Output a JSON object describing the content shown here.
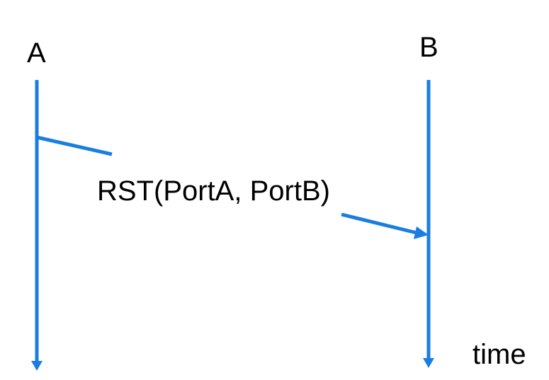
{
  "hosts": {
    "left_label": "A",
    "right_label": "B"
  },
  "message": {
    "label": "RST(PortA, PortB)"
  },
  "time_label": "time",
  "colors": {
    "line": "#1a7ee0",
    "text": "#000000",
    "background": "#ffffff"
  }
}
